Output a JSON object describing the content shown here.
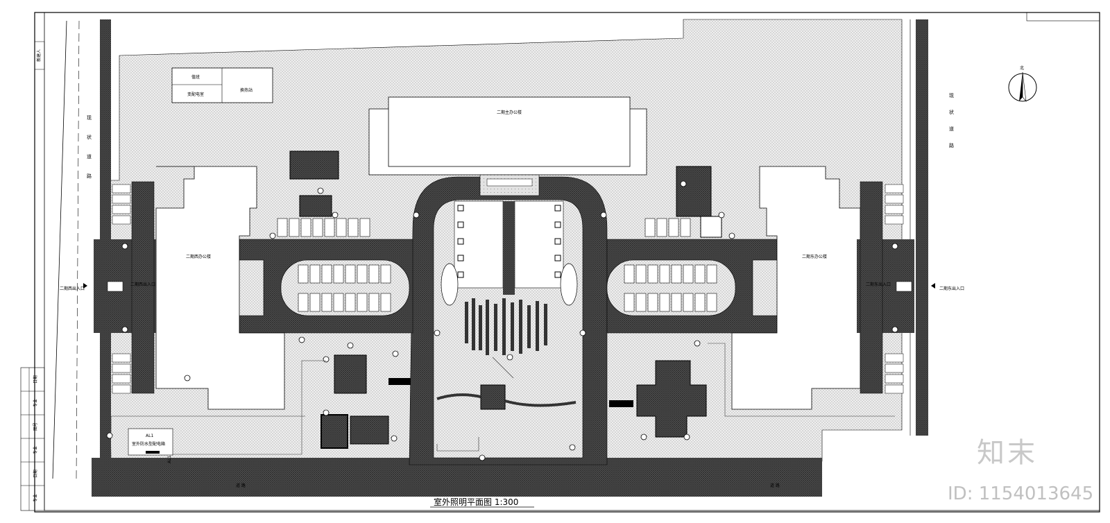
{
  "drawing": {
    "title": "室外照明平面图 1:300",
    "north_label": "北"
  },
  "buildings": {
    "main_office": "二期主办公楼",
    "west_office": "二期西办公楼",
    "east_office": "二期东办公楼",
    "guard_room": "值班",
    "substation": "变配电室",
    "heat_station": "换热站"
  },
  "roads": {
    "west_road": [
      "现",
      "状",
      "道",
      "路"
    ],
    "east_road": [
      "现",
      "状",
      "道",
      "路"
    ],
    "south_road_left": "道 路",
    "south_road_right": "道 路",
    "margin_top_label": "新建人"
  },
  "entrances": {
    "west": "二期西出入口",
    "east": "二期东出入口",
    "west_gate_note": "二期西出入口",
    "east_gate_note": "二期东出入口"
  },
  "panel_note": "室外防水型配电箱",
  "panel_code": "AL1",
  "title_block": [
    "日期",
    "专业",
    "图号",
    "专业",
    "日期",
    "专业"
  ],
  "watermark": {
    "brand": "知末",
    "id": "ID: 1154013645"
  }
}
